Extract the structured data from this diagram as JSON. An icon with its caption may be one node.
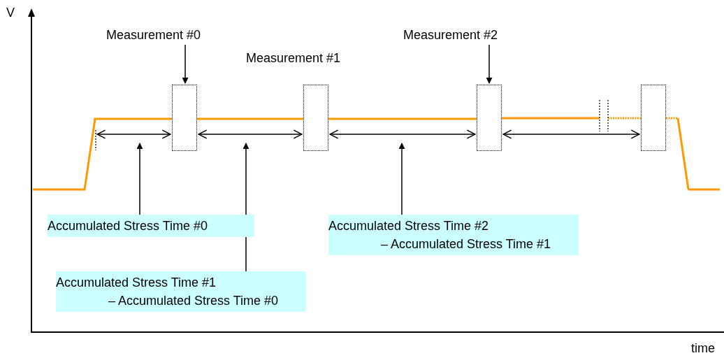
{
  "diagram": {
    "nodes": [
      {
        "text": [
          "Measurement #0"
        ]
      },
      {
        "text": [
          "Measurement #2"
        ]
      },
      {
        "text": [],
        "shape": "box"
      },
      {
        "text": [],
        "shape": "box"
      },
      {
        "text": [],
        "shape": "box"
      },
      {
        "text": [],
        "shape": "box"
      },
      {
        "text": [
          "Accumulated Stress Time #0"
        ]
      },
      {
        "text": [
          "Accumulated Stress Time #1",
          "– Accumulated Stress Time #0"
        ]
      },
      {
        "text": [
          "Accumulated Stress Time #2",
          "– Accumulated Stress Time #1"
        ]
      }
    ],
    "edges": [
      {
        "from": 0,
        "to": 2,
        "arrow": "to"
      },
      {
        "from": 1,
        "to": 4,
        "arrow": "to"
      },
      {
        "from": null,
        "to": 2,
        "arrow": "both"
      },
      {
        "from": 2,
        "to": 3,
        "arrow": "both"
      },
      {
        "from": 3,
        "to": 4,
        "arrow": "both"
      },
      {
        "from": 4,
        "to": 5,
        "arrow": "both"
      },
      {
        "from": 6,
        "to": null,
        "arrow": "to"
      },
      {
        "from": 7,
        "to": null,
        "arrow": "to"
      },
      {
        "from": 8,
        "to": null,
        "arrow": "to"
      }
    ],
    "labels": [
      "V",
      "Measurement #1",
      "time"
    ]
  }
}
